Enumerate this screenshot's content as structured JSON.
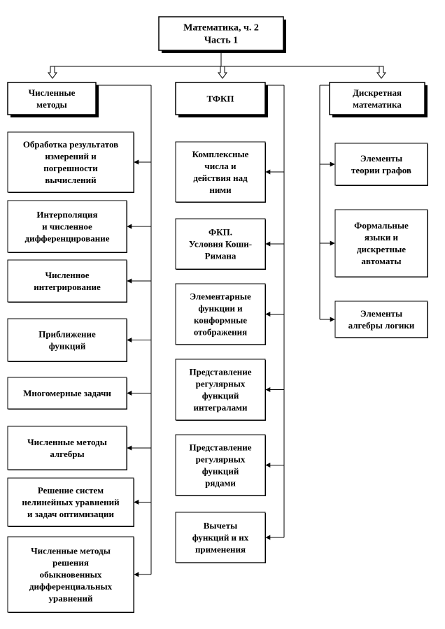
{
  "root": {
    "lines": [
      "Математика, ч. 2",
      "Часть 1"
    ]
  },
  "columns": [
    {
      "header": {
        "lines": [
          "Численные",
          "методы"
        ]
      },
      "items": [
        {
          "lines": [
            "Обработка результатов",
            "измерений и",
            "погрешности",
            "вычислений"
          ]
        },
        {
          "lines": [
            "Интерполяция",
            "и численное",
            "дифференцирование"
          ]
        },
        {
          "lines": [
            "Численное",
            "интегрирование"
          ]
        },
        {
          "lines": [
            "Приближение",
            "функций"
          ]
        },
        {
          "lines": [
            "Многомерные задачи"
          ]
        },
        {
          "lines": [
            "Численные методы",
            "алгебры"
          ]
        },
        {
          "lines": [
            "Решение систем",
            "нелинейных уравнений",
            "и задач оптимизации"
          ]
        },
        {
          "lines": [
            "Численные методы",
            "решения",
            "обыкновенных",
            "дифференциальных",
            "уравнений"
          ]
        }
      ]
    },
    {
      "header": {
        "lines": [
          "ТФКП"
        ]
      },
      "items": [
        {
          "lines": [
            "Комплексные",
            "числа и",
            "действия над",
            "ними"
          ]
        },
        {
          "lines": [
            "ФКП.",
            "Условия Коши-",
            "Римана"
          ]
        },
        {
          "lines": [
            "Элементарные",
            "функции и",
            "конформные",
            "отображения"
          ]
        },
        {
          "lines": [
            "Представление",
            "регулярных",
            "функций",
            "интегралами"
          ]
        },
        {
          "lines": [
            "Представление",
            "регулярных",
            "функций",
            "рядами"
          ]
        },
        {
          "lines": [
            "Вычеты",
            "функций и их",
            "применения"
          ]
        }
      ]
    },
    {
      "header": {
        "lines": [
          "Дискретная",
          "математика"
        ]
      },
      "items": [
        {
          "lines": [
            "Элементы",
            "теории графов"
          ]
        },
        {
          "lines": [
            "Формальные",
            "языки и",
            "дискретные",
            "автоматы"
          ]
        },
        {
          "lines": [
            "Элементы",
            "алгебры логики"
          ]
        }
      ]
    }
  ]
}
